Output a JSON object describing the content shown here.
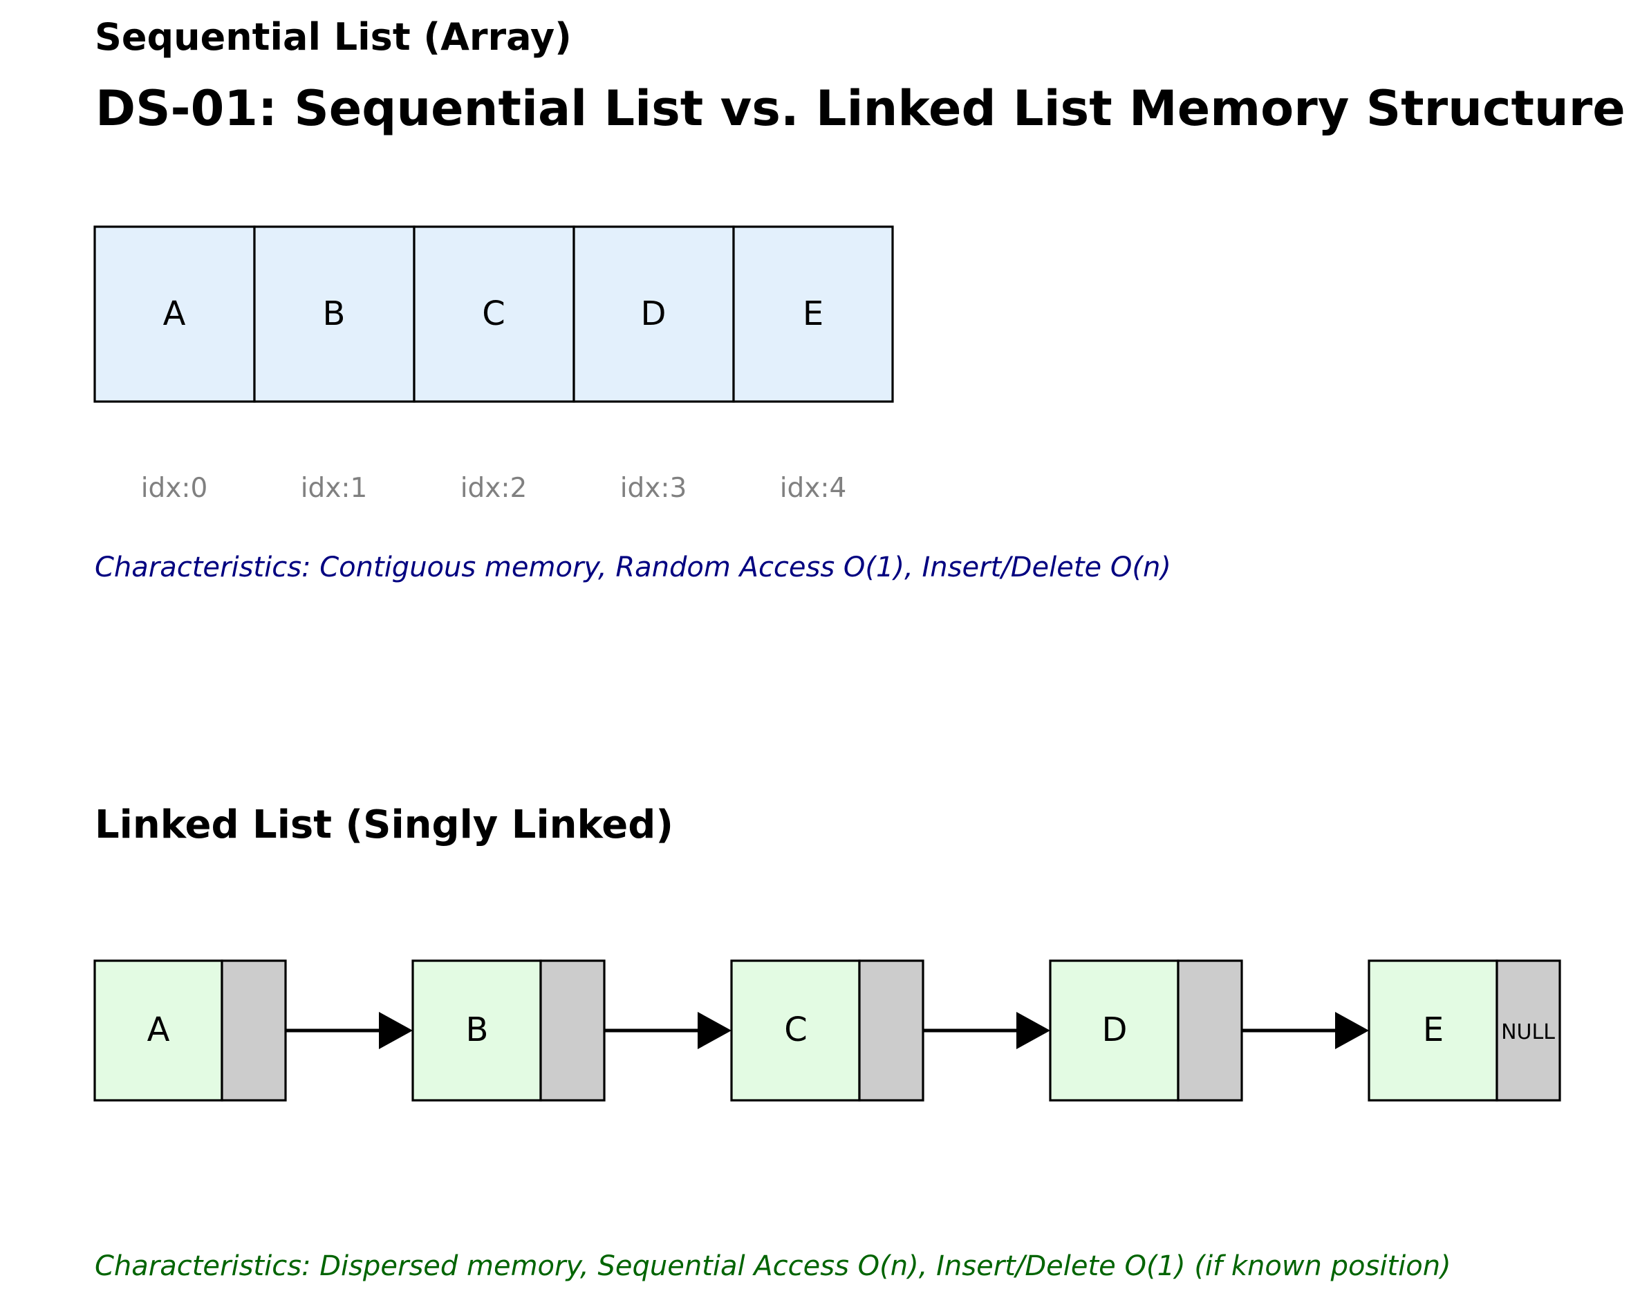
{
  "header": {
    "section1_title": "Sequential List (Array)",
    "main_title": "DS-01: Sequential List vs. Linked List Memory Structure"
  },
  "array": {
    "cells": [
      "A",
      "B",
      "C",
      "D",
      "E"
    ],
    "indices": [
      "idx:0",
      "idx:1",
      "idx:2",
      "idx:3",
      "idx:4"
    ],
    "characteristics": "Characteristics: Contiguous memory, Random Access O(1), Insert/Delete O(n)"
  },
  "linked": {
    "title": "Linked List (Singly Linked)",
    "nodes": [
      "A",
      "B",
      "C",
      "D",
      "E"
    ],
    "null_label": "NULL",
    "characteristics": "Characteristics: Dispersed memory, Sequential Access O(n), Insert/Delete O(1) (if known position)"
  },
  "colors": {
    "array_fill": "#e3f0fc",
    "node_fill": "#e3fbe3",
    "pointer_fill": "#cccccc",
    "index_text": "#808080",
    "array_note": "#000080",
    "linked_note": "#006400"
  }
}
